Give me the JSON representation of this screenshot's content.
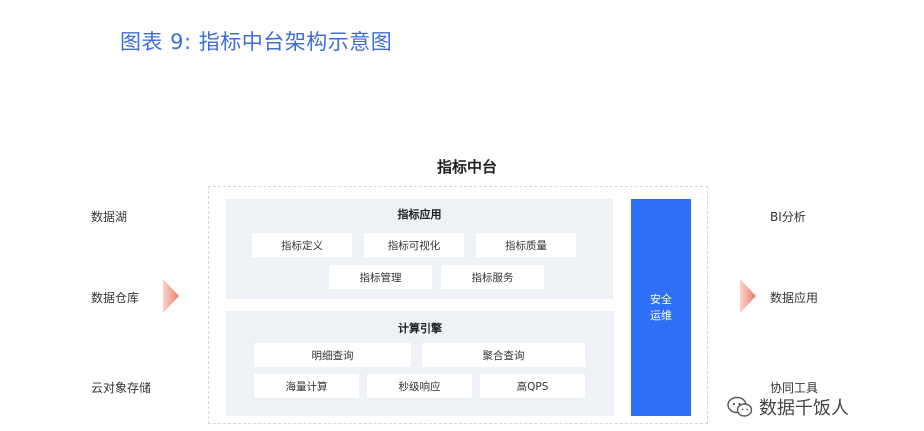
{
  "figure_title": "图表 9: 指标中台架构示意图",
  "main_title": "指标中台",
  "left_sources": [
    "数据湖",
    "数据仓库",
    "云对象存储"
  ],
  "right_outputs": [
    "BI分析",
    "数据应用",
    "协同工具"
  ],
  "metrics_app": {
    "title": "指标应用",
    "row1": [
      "指标定义",
      "指标可视化",
      "指标质量"
    ],
    "row2": [
      "指标管理",
      "指标服务"
    ]
  },
  "compute_engine": {
    "title": "计算引擎",
    "row1": [
      "明细查询",
      "聚合查询"
    ],
    "row2": [
      "海量计算",
      "秒级响应",
      "高QPS"
    ]
  },
  "security": {
    "line1": "安全",
    "line2": "运维"
  },
  "watermark": "数据千饭人",
  "colors": {
    "accent": "#2f6ff5",
    "title": "#3b6fd6",
    "panel": "#eef2f7",
    "arrow": "#f08070"
  }
}
